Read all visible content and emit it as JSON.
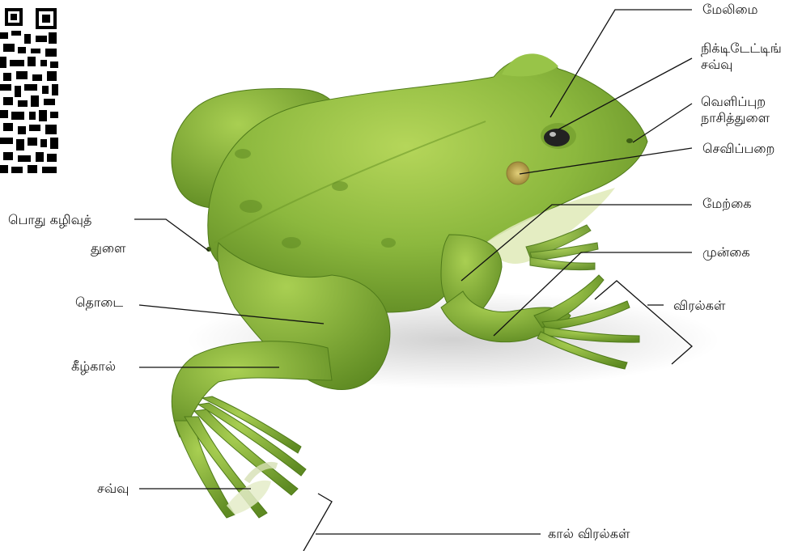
{
  "labels": {
    "upper_eyelid": "மேலிமை",
    "nictitating_membrane_1": "நிக்டிடேட்டிங்",
    "nictitating_membrane_2": "சவ்வு",
    "external_nostril_1": "வெளிப்புற",
    "external_nostril_2": "நாசித்துளை",
    "tympanum": "செவிப்பறை",
    "upper_arm": "மேற்கை",
    "forearm": "முன்கை",
    "fingers": "விரல்கள்",
    "cloaca_1": "பொது  கழிவுத்",
    "cloaca_2": "துளை",
    "thigh": "தொடை",
    "shank": "கீழ்கால்",
    "web": "சவ்வு",
    "toes": "கால்  விரல்கள்"
  },
  "colors": {
    "body": "#8cb83e",
    "body_dark": "#5f8a23",
    "belly": "#dfe9b8",
    "eye": "#111111",
    "tympanum": "#c9b45a"
  },
  "icons": [
    "qr-code-icon"
  ]
}
